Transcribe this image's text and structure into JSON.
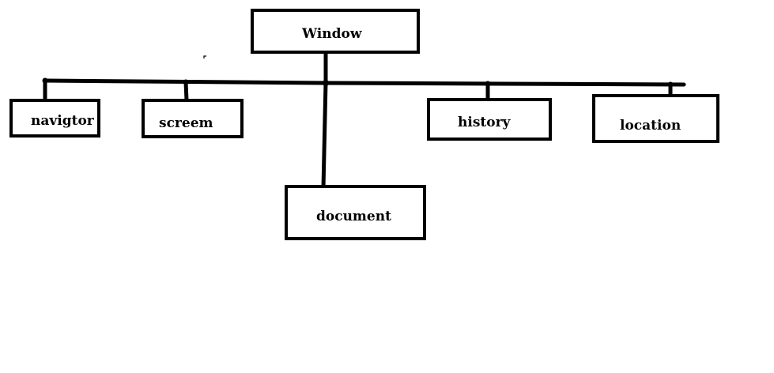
{
  "diagram": {
    "type": "tree",
    "root": {
      "id": "window",
      "label": "Window"
    },
    "children": [
      {
        "id": "navigator",
        "label": "navigtor"
      },
      {
        "id": "screen",
        "label": "screem"
      },
      {
        "id": "document",
        "label": "document"
      },
      {
        "id": "history",
        "label": "history"
      },
      {
        "id": "location",
        "label": "location"
      }
    ],
    "edges": [
      [
        "window",
        "navigator"
      ],
      [
        "window",
        "screen"
      ],
      [
        "window",
        "document"
      ],
      [
        "window",
        "history"
      ],
      [
        "window",
        "location"
      ]
    ],
    "stroke_color": "#000000",
    "background_color": "#ffffff"
  }
}
